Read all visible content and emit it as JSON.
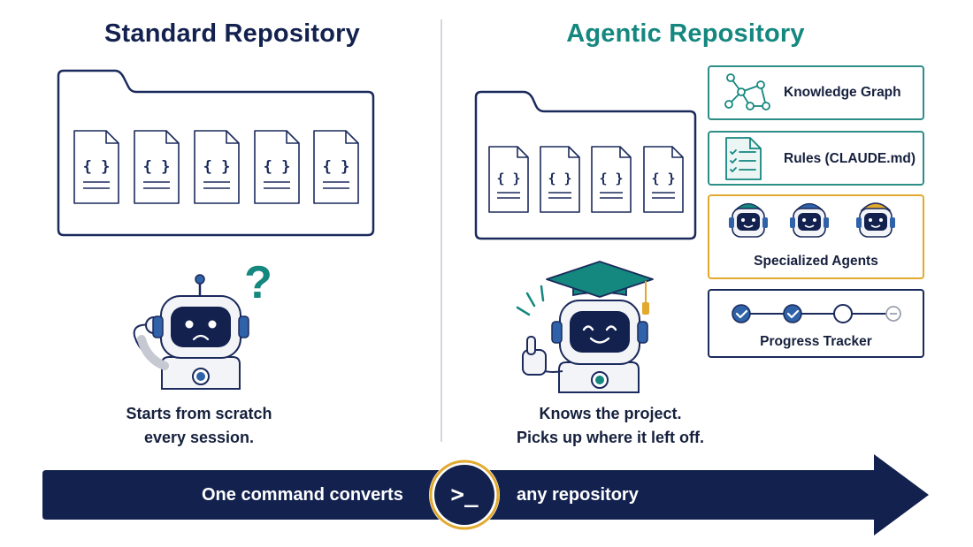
{
  "standard": {
    "title": "Standard Repository",
    "caption_line1": "Starts from scratch",
    "caption_line2": "every session.",
    "file_glyph": "{ }"
  },
  "agentic": {
    "title": "Agentic Repository",
    "caption_line1": "Knows the project.",
    "caption_line2": "Picks up where it left off.",
    "file_glyph": "{ }"
  },
  "cards": {
    "knowledge_graph": "Knowledge Graph",
    "rules": "Rules (CLAUDE.md)",
    "agents": "Specialized Agents",
    "progress": "Progress Tracker",
    "progress_steps": [
      "done",
      "done",
      "current",
      "pending"
    ]
  },
  "banner": {
    "left_text": "One command converts",
    "right_text": "any repository",
    "prompt_symbol": ">_"
  },
  "icons": {
    "question": "?",
    "graph": "knowledge-graph-icon",
    "document": "checklist-document-icon",
    "terminal": "terminal-prompt-icon"
  },
  "colors": {
    "navy": "#13214f",
    "teal": "#14877f",
    "gold": "#e2a92f",
    "blue": "#2f62a8"
  }
}
